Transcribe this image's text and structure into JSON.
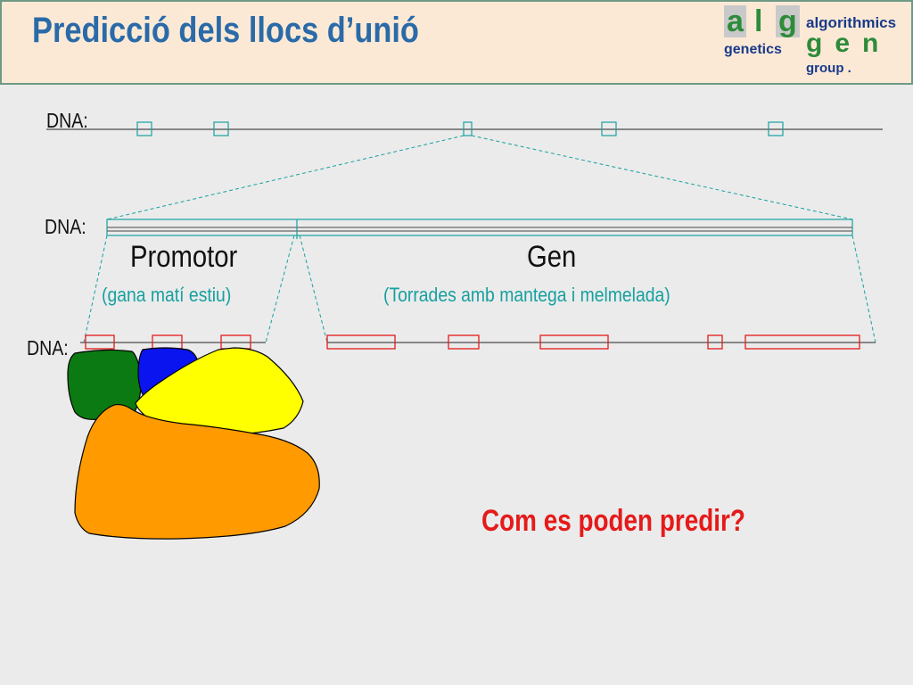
{
  "title": "Predicció dels llocs d’unió",
  "logo": {
    "a": "a",
    "l": "l",
    "g": "g",
    "algorithmics": "algorithmics",
    "genetics": "genetics",
    "gen": "gen",
    "group": "group ."
  },
  "dna_labels": [
    "DNA:",
    "DNA:",
    "DNA:"
  ],
  "promotor": {
    "label": "Promotor",
    "subtitle": "(gana matí estiu)"
  },
  "gen": {
    "label": "Gen",
    "subtitle": "(Torrades amb mantega i melmelada)"
  },
  "question": "Com es poden predir?",
  "colors": {
    "title": "#2a6aa8",
    "teal": "#18a0a0",
    "red": "#e51a1a",
    "green": "#0b7a12",
    "blue": "#0a14ee",
    "yellow": "#ffff00",
    "orange": "#ff9a00"
  }
}
